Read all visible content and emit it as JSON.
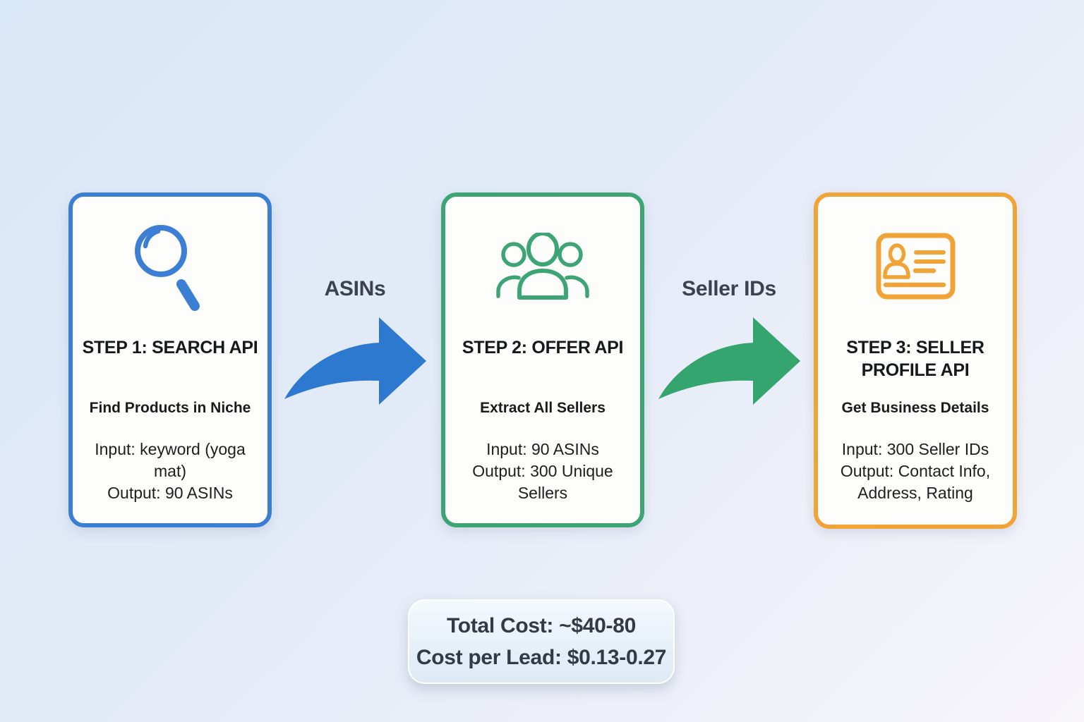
{
  "steps": [
    {
      "title": "STEP 1: SEARCH API",
      "subtitle": "Find Products in Niche",
      "lines": [
        "Input: keyword (yoga mat)",
        "Output: 90 ASINs"
      ],
      "accent": "#3b7fd4",
      "icon": "search-icon"
    },
    {
      "title": "STEP 2: OFFER API",
      "subtitle": "Extract All Sellers",
      "lines": [
        "Input: 90 ASINs",
        "Output: 300 Unique Sellers"
      ],
      "accent": "#3da575",
      "icon": "users-icon"
    },
    {
      "title": "STEP 3: SELLER PROFILE API",
      "subtitle": "Get Business Details",
      "lines": [
        "Input: 300 Seller IDs",
        "Output: Contact Info, Address, Rating"
      ],
      "accent": "#f0a437",
      "icon": "id-card-icon"
    }
  ],
  "arrows": [
    {
      "label": "ASINs",
      "color": "#2e79d0"
    },
    {
      "label": "Seller IDs",
      "color": "#35a56f"
    }
  ],
  "summary": {
    "line1": "Total Cost: ~$40-80",
    "line2": "Cost per Lead: $0.13-0.27"
  }
}
